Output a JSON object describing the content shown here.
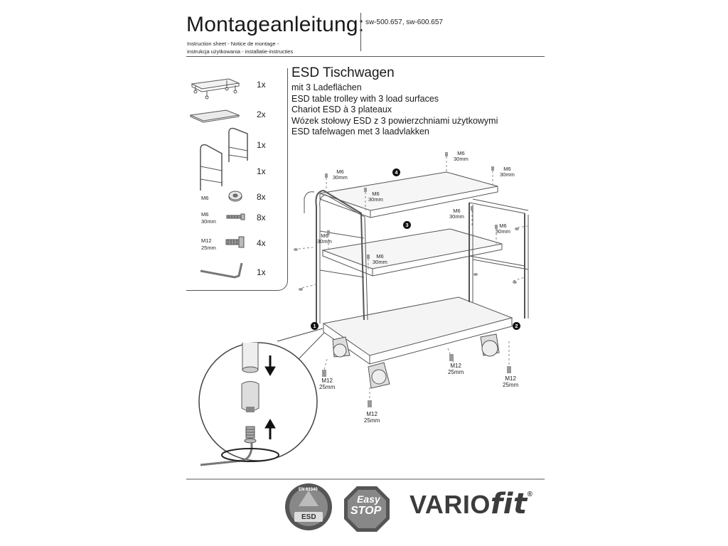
{
  "header": {
    "title": "Montageanleitung:",
    "model_numbers": "sw-500.657, sw-600.657",
    "subtitle_line1": "Instruction sheet - Notice de montage  -",
    "subtitle_line2": "instrukcja użytkowania - installatie-instructies"
  },
  "product": {
    "title": "ESD Tischwagen",
    "lines": [
      "mit 3 Ladeflächen",
      "ESD table trolley with 3 load surfaces",
      "Chariot ESD à 3 plateaux",
      "Wózek stołowy ESD z 3 powierzchniami użytkowymi",
      "ESD tafelwagen met 3 laadvlakken"
    ]
  },
  "parts": [
    {
      "icon": "trolley-base-icon",
      "label": "",
      "label2": "",
      "qty": "1x"
    },
    {
      "icon": "shelf-panel-icon",
      "label": "",
      "label2": "",
      "qty": "2x"
    },
    {
      "icon": "side-frame-icon",
      "label": "",
      "label2": "",
      "qty": "1x"
    },
    {
      "icon": "handle-frame-icon",
      "label": "",
      "label2": "",
      "qty": "1x"
    },
    {
      "icon": "nut-icon",
      "label": "M6",
      "label2": "",
      "qty": "8x"
    },
    {
      "icon": "screw-icon",
      "label": "M6",
      "label2": "30mm",
      "qty": "8x"
    },
    {
      "icon": "bolt-icon",
      "label": "M12",
      "label2": "25mm",
      "qty": "4x"
    },
    {
      "icon": "allen-key-icon",
      "label": "",
      "label2": "",
      "qty": "1x"
    }
  ],
  "diagram": {
    "callouts": [
      "1",
      "2",
      "3",
      "4"
    ],
    "m6_size": "M6",
    "m6_len": "30mm",
    "m12_size": "M12",
    "m12_len": "25mm"
  },
  "footer": {
    "esd_badge_text": "ESD",
    "esd_badge_ring": "EN 61340",
    "easystop_line1": "Easy",
    "easystop_line2": "STOP",
    "brand_part1": "VARIO",
    "brand_part2": "fit",
    "brand_reg": "®"
  }
}
